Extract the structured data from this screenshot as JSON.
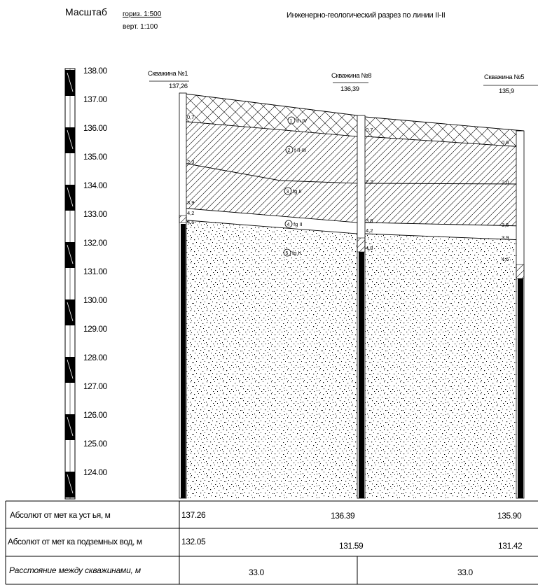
{
  "header": {
    "scale_label": "Масштаб",
    "scale_horizontal": "гориз. 1:500",
    "scale_vertical": "верт. 1:100",
    "title": "Инженерно-геологический разрез по линии II-II"
  },
  "elevation_ruler": {
    "ticks": [
      138,
      137,
      136,
      135,
      134,
      133,
      132,
      131,
      130,
      129,
      128,
      127,
      126,
      125,
      124
    ],
    "tick_labels": [
      "138.00",
      "137.00",
      "136.00",
      "135.00",
      "134.00",
      "133.00",
      "132.00",
      "131.00",
      "130.00",
      "129.00",
      "128.00",
      "127.00",
      "126.00",
      "125.00",
      "124.00"
    ]
  },
  "boreholes": [
    {
      "name": "Скважина №1",
      "elevation": "137,26",
      "depths": [
        "0,7",
        "2,3",
        "3,9",
        "4,2",
        "4,6"
      ]
    },
    {
      "name": "Скважина №8",
      "elevation": "136,39",
      "depths": [
        "0,7",
        "2,2",
        "3,8",
        "4,2",
        "4,8"
      ]
    },
    {
      "name": "Скважина №5",
      "elevation": "135,9",
      "depths": [
        "0,6",
        "2,0",
        "3,5",
        "3,9",
        "4,6"
      ]
    }
  ],
  "layers": [
    {
      "number": "1",
      "label": "th IV"
    },
    {
      "number": "2",
      "label": "f II-III"
    },
    {
      "number": "3",
      "label": "fg II"
    },
    {
      "number": "4",
      "label": "fg II"
    },
    {
      "number": "5",
      "label": "fg II"
    }
  ],
  "table": {
    "rows": [
      {
        "label": "Абсолют от мет ка уст ья, м",
        "values": [
          "137.26",
          "136.39",
          "135.90"
        ]
      },
      {
        "label": "Абсолют от мет ка подземных вод, м",
        "values": [
          "132.05",
          "131.59",
          "131.42"
        ]
      },
      {
        "label": "Расстояние между скважинами, м",
        "values": [
          "33.0",
          "33.0"
        ]
      }
    ]
  }
}
